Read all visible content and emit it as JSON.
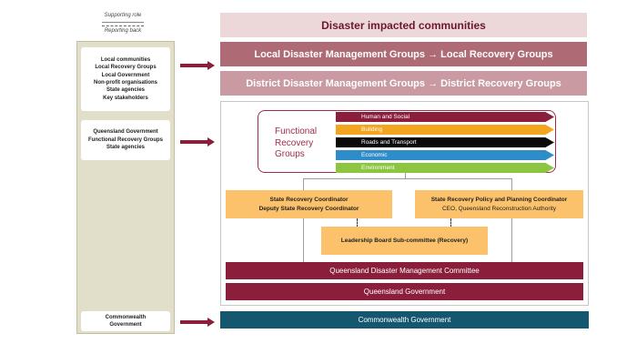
{
  "legend": {
    "supporting_role": "Supporting role",
    "reporting_back": "Reporting back"
  },
  "left": {
    "local_lines": [
      "Local communities",
      "Local Recovery Groups",
      "Local Government",
      "Non-profit organisations",
      "State agencies",
      "Key stakeholders"
    ],
    "qld_lines": [
      "Queensland Government",
      "Functional Recovery Groups",
      "State agencies"
    ],
    "cw_lines": [
      "Commonwealth",
      "Government"
    ]
  },
  "tiers": {
    "impacted": "Disaster impacted communities",
    "local": "Local Disaster Management Groups → Local Recovery Groups",
    "district": "District Disaster Management Groups → District Recovery Groups"
  },
  "functional": {
    "label_lines": [
      "Functional",
      "Recovery",
      "Groups"
    ],
    "groups": [
      {
        "label": "Human and Social",
        "color": "#8a1e3b"
      },
      {
        "label": "Building",
        "color": "#f3a51f"
      },
      {
        "label": "Roads and Transport",
        "color": "#0a0a0a"
      },
      {
        "label": "Economic",
        "color": "#2e8cc9"
      },
      {
        "label": "Environment",
        "color": "#8cc540"
      }
    ]
  },
  "coordinators": {
    "src_line1": "State Recovery Coordinator",
    "src_line2": "Deputy State Recovery Coordinator",
    "policy_line1": "State Recovery Policy and Planning Coordinator",
    "policy_line2": "CEO, Queensland Reconstruction Authority",
    "leadership": "Leadership Board Sub-committee (Recovery)"
  },
  "bars": {
    "qdmc": "Queensland Disaster Management Committee",
    "qld_gov": "Queensland Government",
    "cw_gov": "Commonwealth Government"
  },
  "colors": {
    "maroon": "#8a1e3b",
    "teal": "#14576e",
    "orange_box": "#fbc26b",
    "left_panel": "#e1dfca"
  }
}
